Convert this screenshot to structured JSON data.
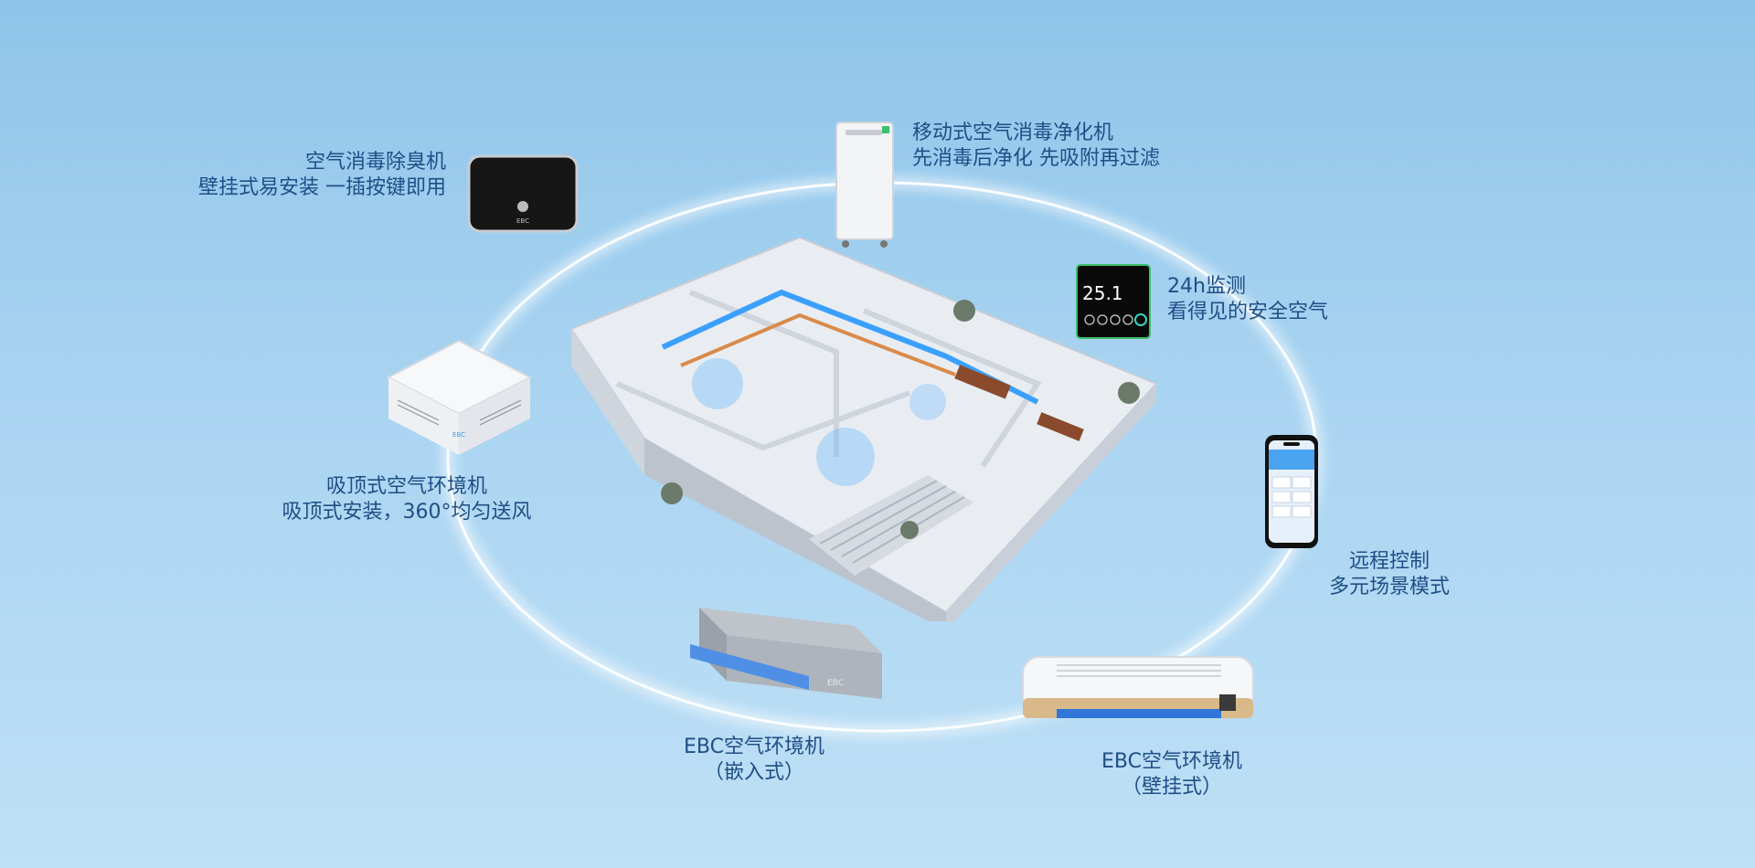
{
  "products": [
    {
      "id": "wall-deodorizer",
      "line1": "空气消毒除臭机",
      "line2": "壁挂式易安装  一插按键即用",
      "brand": "EBC"
    },
    {
      "id": "mobile-purifier",
      "line1": "移动式空气消毒净化机",
      "line2": "先消毒后净化  先吸附再过滤"
    },
    {
      "id": "monitor-panel",
      "line1": "24h监测",
      "line2": "看得见的安全空气",
      "reading": "25.1"
    },
    {
      "id": "ceiling-unit",
      "line1": "吸顶式空气环境机",
      "line2": "吸顶式安装，360°均匀送风",
      "brand": "EBC"
    },
    {
      "id": "phone-app",
      "line1": "远程控制",
      "line2": "多元场景模式"
    },
    {
      "id": "embedded-unit",
      "line1": "EBC空气环境机",
      "line2": "（嵌入式）",
      "brand": "EBC"
    },
    {
      "id": "wall-unit",
      "line1": "EBC空气环境机",
      "line2": "（壁挂式）"
    }
  ],
  "colors": {
    "label": "#1f4e86",
    "bg_top": "#8ec4ea",
    "bg_bottom": "#bfe0f6",
    "accent_blue": "#3aa0ff"
  }
}
